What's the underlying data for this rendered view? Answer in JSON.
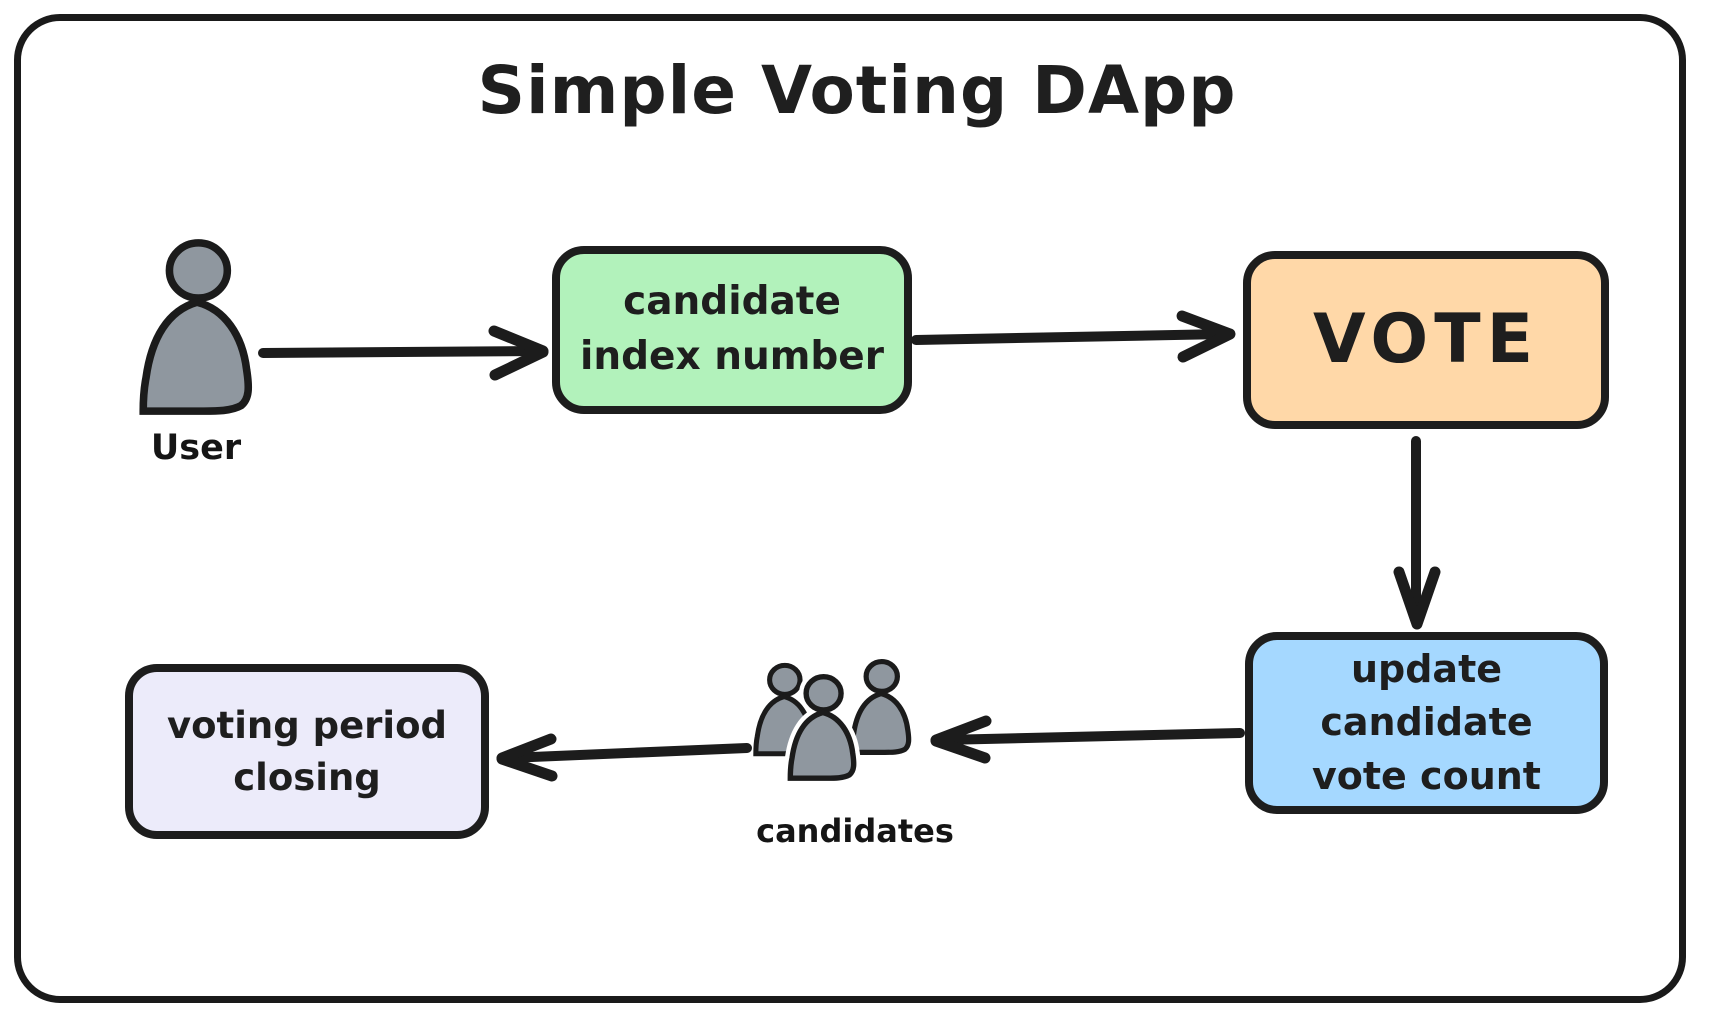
{
  "title": "Simple Voting DApp",
  "actors": {
    "user": {
      "label": "User",
      "icon": "person-icon",
      "color": "#8f979f"
    },
    "candidates": {
      "label": "candidates",
      "icon": "people-group-icon",
      "color": "#8f979f"
    }
  },
  "nodes": {
    "candidate_index": {
      "line1": "candidate",
      "line2": "index number",
      "fill": "#b2f2bb"
    },
    "vote": {
      "label": "VOTE",
      "fill": "#ffd8a8"
    },
    "update_count": {
      "line1": "update candidate",
      "line2": "vote count",
      "fill": "#a5d8ff"
    },
    "voting_period": {
      "line1": "voting period",
      "line2": "closing",
      "fill": "#ecebfa"
    }
  },
  "edges": [
    {
      "from": "user",
      "to": "candidate-index-number"
    },
    {
      "from": "candidate-index-number",
      "to": "vote"
    },
    {
      "from": "vote",
      "to": "update-candidate-vote-count"
    },
    {
      "from": "update-candidate-vote-count",
      "to": "candidates"
    },
    {
      "from": "candidates",
      "to": "voting-period-closing"
    }
  ],
  "colors": {
    "stroke": "#1c1c1c",
    "background": "#ffffff"
  }
}
